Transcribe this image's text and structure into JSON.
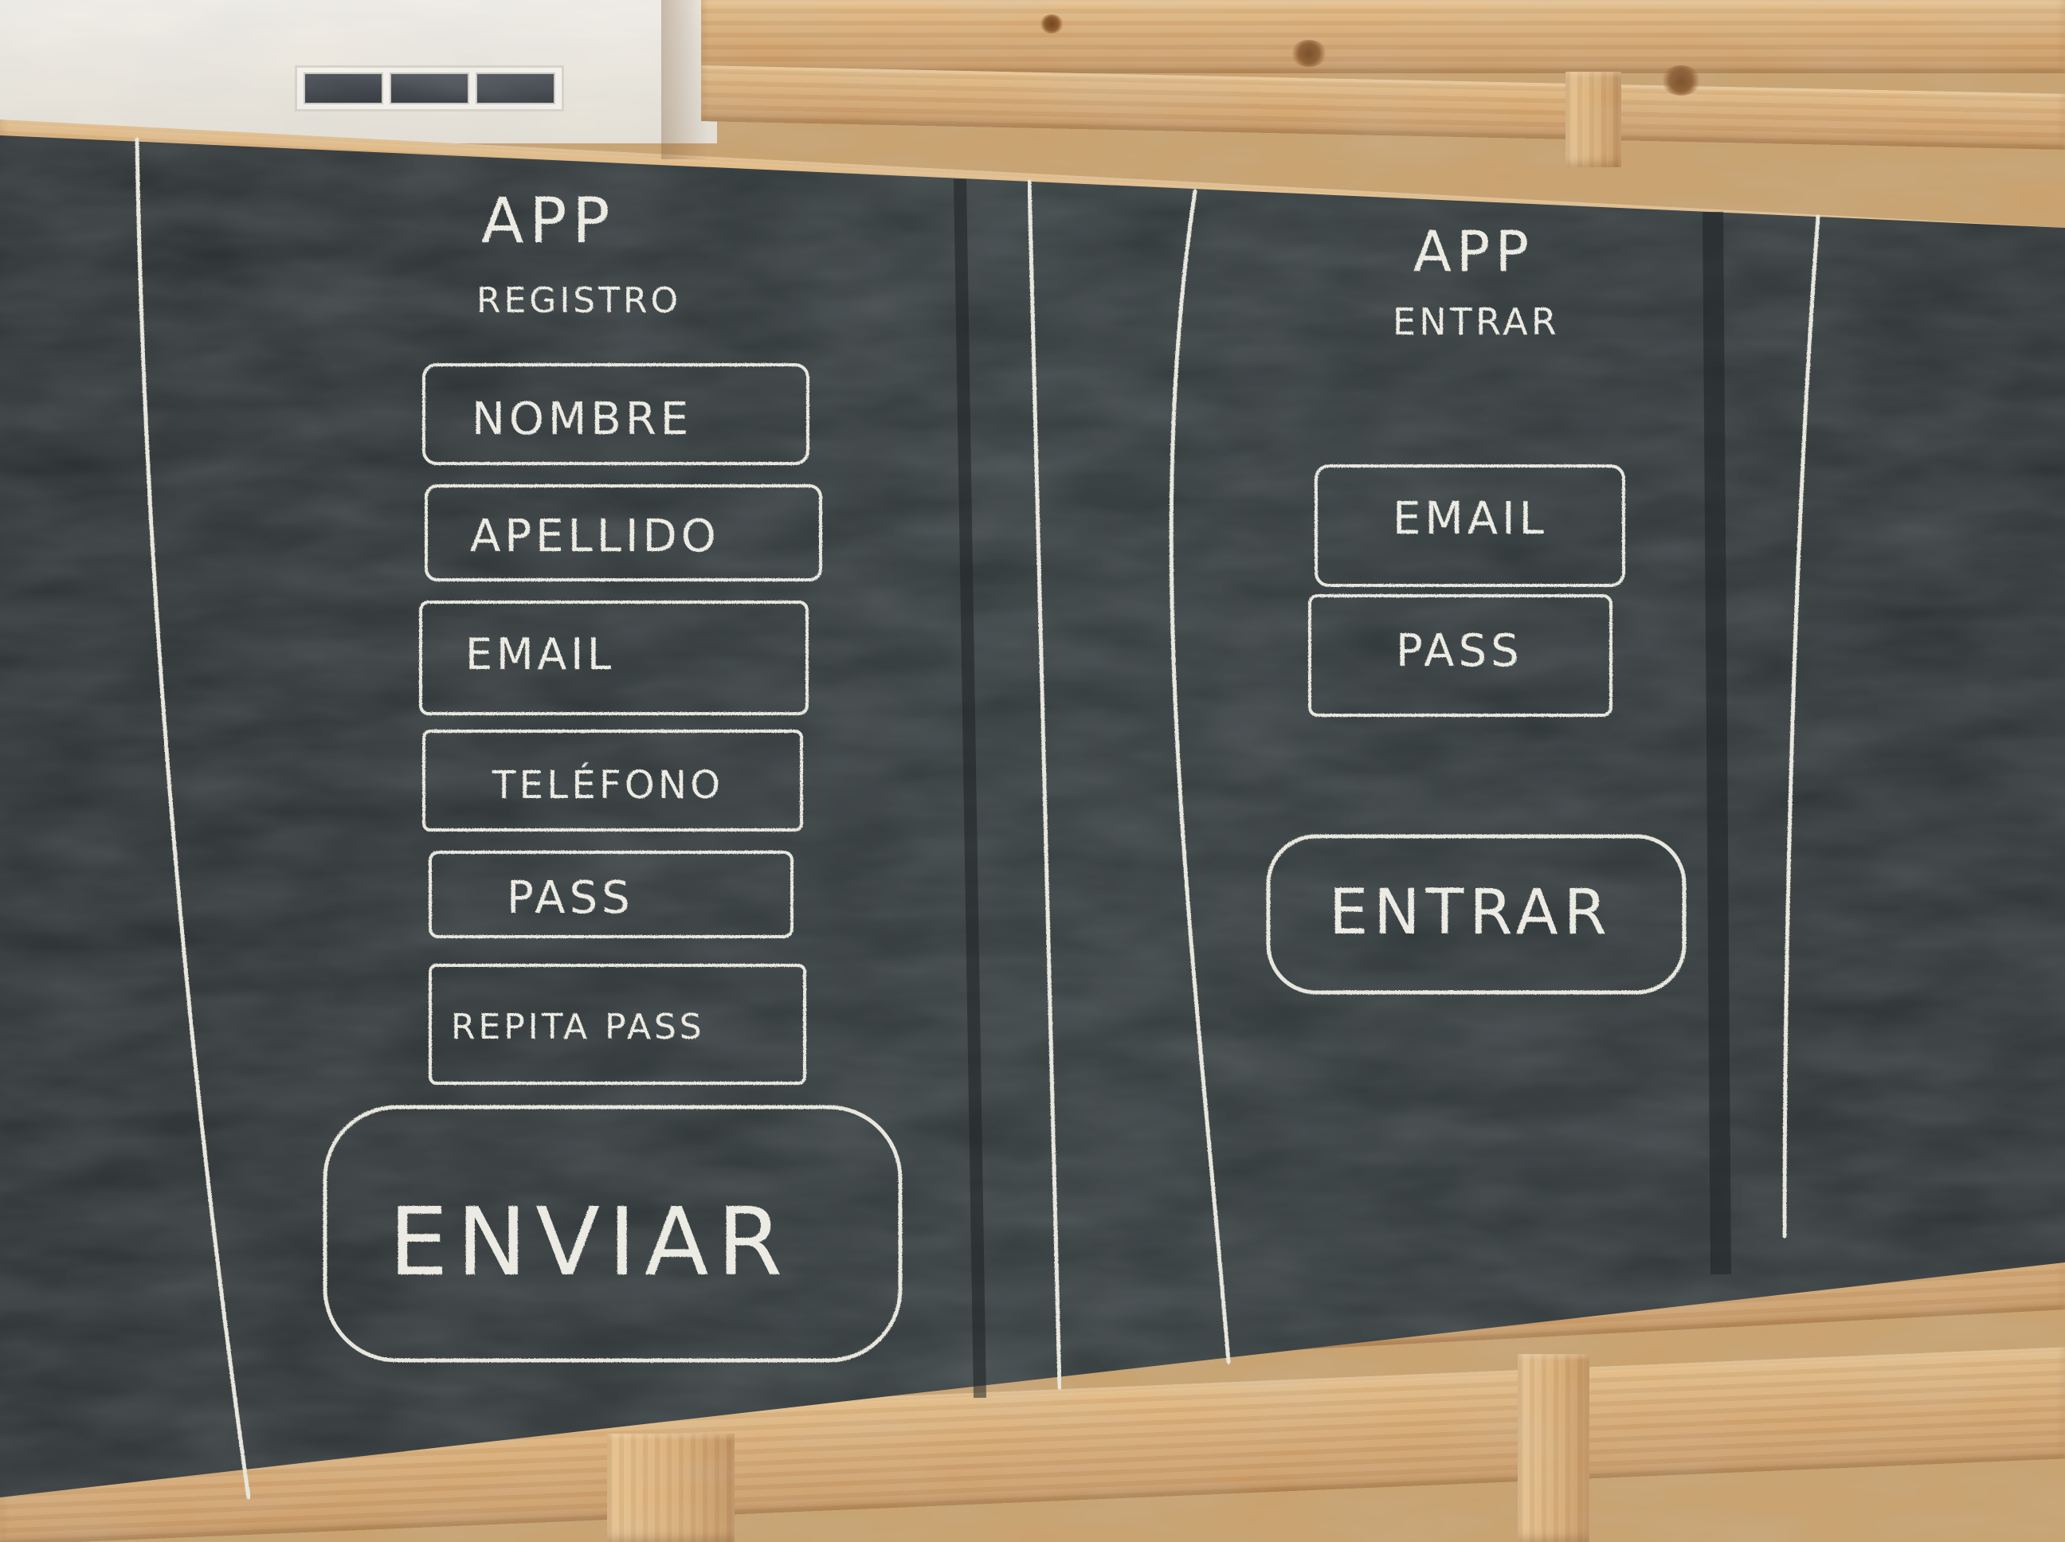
{
  "board": {
    "left_wireframe": {
      "title": "APP",
      "subtitle": "REGISTRO",
      "fields": [
        "NOMBRE",
        "APELLIDO",
        "EMAIL",
        "TELÉFONO",
        "PASS",
        "REPITA PASS"
      ],
      "button_label": "ENVIAR"
    },
    "right_wireframe": {
      "title": "APP",
      "subtitle": "ENTRAR",
      "fields": [
        "EMAIL",
        "PASS"
      ],
      "button_label": "ENTRAR"
    }
  },
  "colors": {
    "chalkboard": "#2e3437",
    "chalk": "#ecebe3",
    "wood": "#d6a66e"
  }
}
